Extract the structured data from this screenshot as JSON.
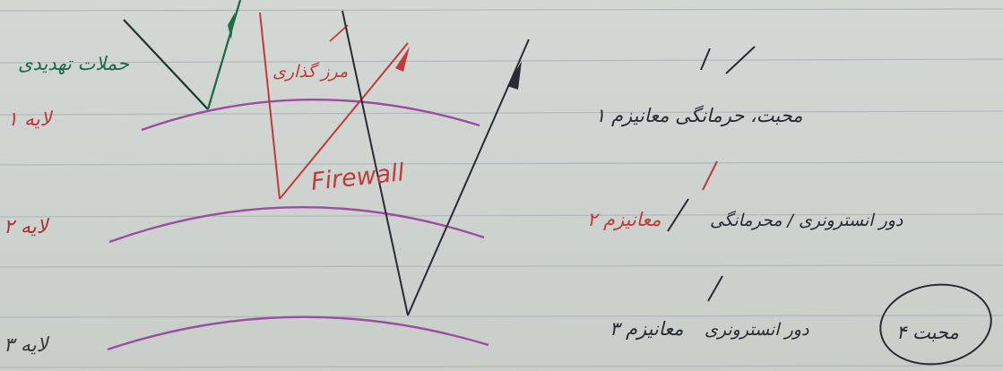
{
  "layers": [
    {
      "label": "لایه ۱",
      "color": "#c0393b"
    },
    {
      "label": "لایه ۲",
      "color": "#a8343e"
    },
    {
      "label": "لایه ۳",
      "color": "#3a3a3a"
    }
  ],
  "annotations": {
    "attack_label": "حملات تهدیدی",
    "filter_label": "مرز گذاری",
    "firewall_label": "Firewall"
  },
  "mechanisms": [
    {
      "text": "محبت، حرمانگی معانیزم ۱"
    },
    {
      "text": "دور انسترونری / محرمانگی",
      "mechanism": "معانیزم ۲"
    },
    {
      "text": "دور انسترونری",
      "mechanism": "معانیزم ۳"
    }
  ],
  "circled_note": "محبت ۴",
  "colors": {
    "paper": "#cfd4d1",
    "rule_line": "#aeb5bb",
    "arc": "#9a4f9f",
    "green_ink": "#1f6b45",
    "red_ink": "#c23a3a",
    "dark_ink": "#2a2a36"
  }
}
